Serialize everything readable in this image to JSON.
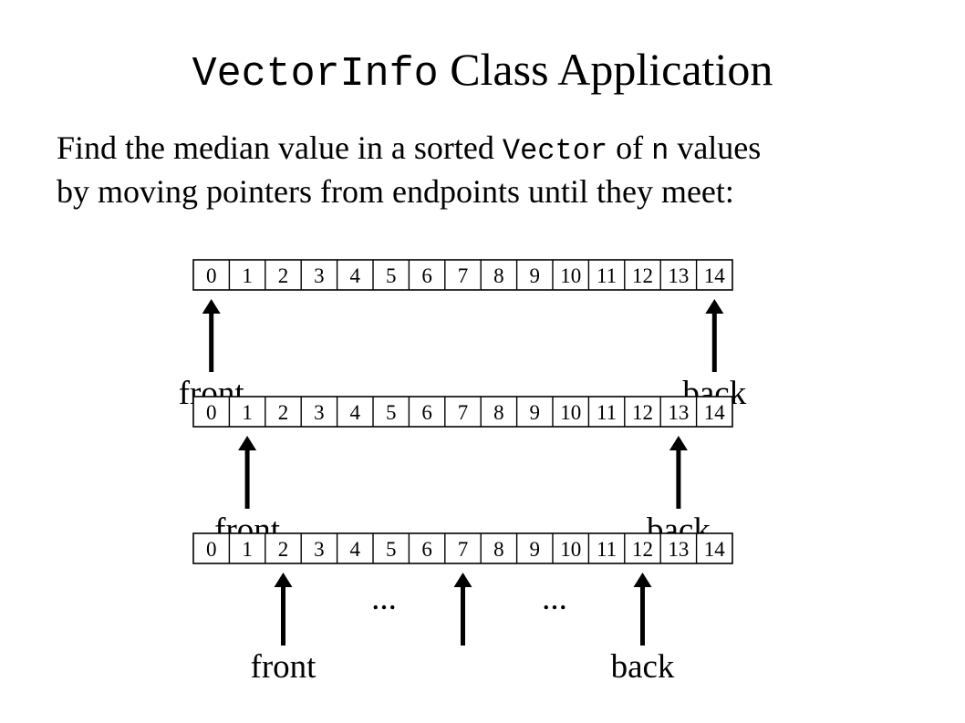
{
  "title": {
    "code": "VectorInfo",
    "text": "Class Application"
  },
  "description": {
    "line1": {
      "a": "Find the median value in a sorted ",
      "code1": "Vector",
      "b": " of ",
      "code2": "n",
      "c": " values"
    },
    "line2": "by moving pointers from endpoints until they meet:"
  },
  "array_cells": [
    "0",
    "1",
    "2",
    "3",
    "4",
    "5",
    "6",
    "7",
    "8",
    "9",
    "10",
    "11",
    "12",
    "13",
    "14"
  ],
  "rows": [
    {
      "front_index": 0,
      "back_index": 14,
      "front_label": "front",
      "back_label": "back",
      "middle_index": null,
      "ellipsis": []
    },
    {
      "front_index": 1,
      "back_index": 13,
      "front_label": "front",
      "back_label": "back",
      "middle_index": null,
      "ellipsis": []
    },
    {
      "front_index": 2,
      "back_index": 12,
      "front_label": "front",
      "back_label": "back",
      "middle_index": 7,
      "ellipsis": [
        "...",
        "..."
      ]
    }
  ]
}
